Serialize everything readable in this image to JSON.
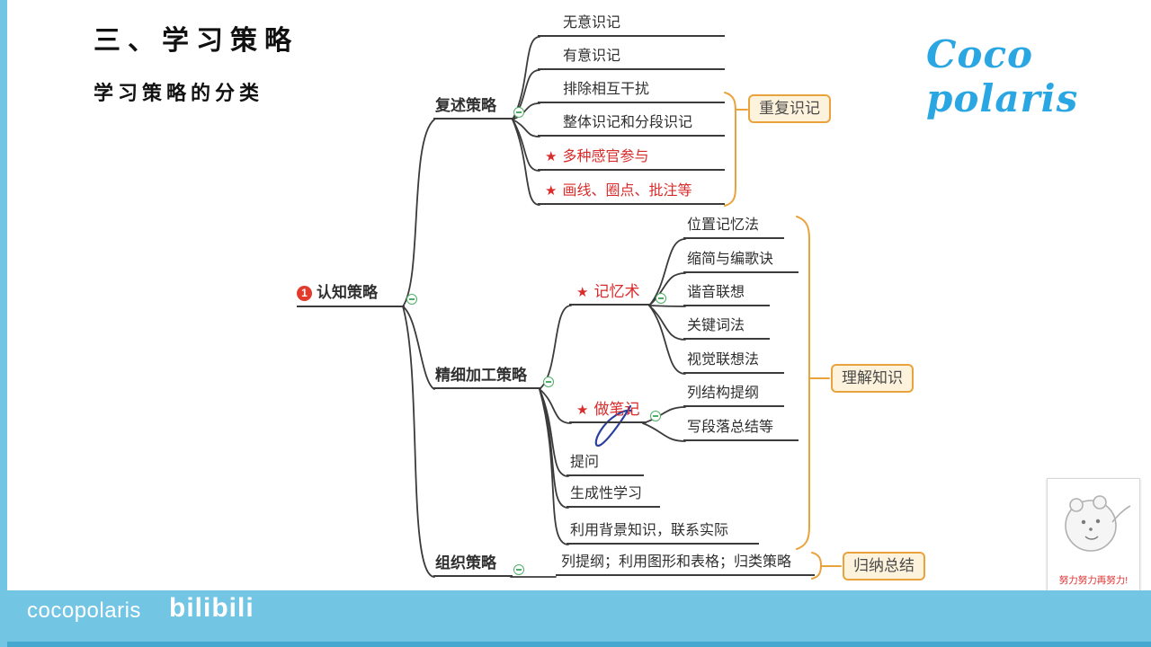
{
  "header": {
    "title": "三、学习策略",
    "subtitle": "学习策略的分类",
    "watermark": "Coco polaris"
  },
  "footer": {
    "brand": "cocopolaris",
    "platform": "bilibili"
  },
  "sticker": {
    "caption": "努力努力再努力!"
  },
  "icons": {
    "star": "★"
  },
  "colors": {
    "brand_blue": "#2aa7e2",
    "footer_blue": "#73c5e4",
    "tag_orange": "#eaa23c",
    "tag_bg": "#fdf3dc",
    "highlight_red": "#d92b2b",
    "collapse_green": "#4db066",
    "line_dark": "#3b3b3b",
    "ink_blue": "#2b3f9e"
  },
  "mindmap": {
    "root": {
      "badge": "1",
      "label": "认知策略"
    },
    "rehearsal": {
      "label": "复述策略",
      "items": [
        "无意识记",
        "有意识记",
        "排除相互干扰",
        "整体识记和分段识记"
      ],
      "starred": [
        "多种感官参与",
        "画线、圈点、批注等"
      ],
      "tag": "重复识记"
    },
    "elaboration": {
      "label": "精细加工策略",
      "mnemonics": {
        "label": "记忆术",
        "items": [
          "位置记忆法",
          "缩简与编歌诀",
          "谐音联想",
          "关键词法",
          "视觉联想法"
        ]
      },
      "notetaking": {
        "label": "做笔记",
        "items": [
          "列结构提纲",
          "写段落总结等"
        ]
      },
      "items": [
        "提问",
        "生成性学习",
        "利用背景知识，联系实际"
      ],
      "tag": "理解知识"
    },
    "organization": {
      "label": "组织策略",
      "items": [
        "列提纲；利用图形和表格；归类策略"
      ],
      "tag": "归纳总结"
    }
  }
}
